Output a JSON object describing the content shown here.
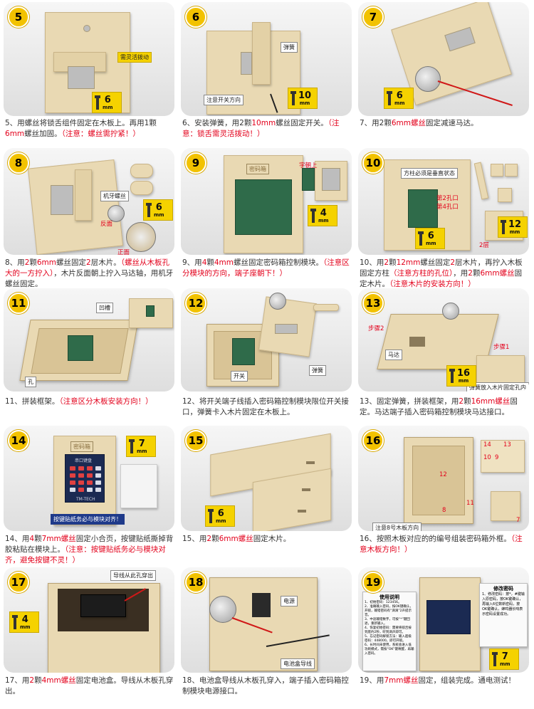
{
  "steps": [
    {
      "id": "5",
      "badge": "5",
      "caption_parts": [
        {
          "t": "5、用螺丝将锁舌组件固定在木板上。再用1颗",
          "c": "n"
        },
        {
          "t": "6",
          "c": "n"
        },
        {
          "t": "mm",
          "c": "n"
        },
        {
          "t": "螺丝加固。",
          "c": "n"
        },
        {
          "t": "（注意：螺丝需拧紧！）",
          "c": "r"
        }
      ],
      "labels": {
        "a": "需灵活拨动"
      },
      "screw": {
        "num": "6",
        "unit": "mm"
      }
    },
    {
      "id": "6",
      "badge": "6",
      "caption_parts": [
        {
          "t": "6、安装弹簧，用2颗",
          "c": "n"
        },
        {
          "t": "10mm",
          "c": "rs"
        },
        {
          "t": "螺丝固定开关。",
          "c": "n"
        },
        {
          "t": "（注意：锁舌需灵活拨动！）",
          "c": "r"
        }
      ],
      "labels": {
        "a": "弹簧",
        "b": "注意开关方向"
      },
      "screw": {
        "num": "10",
        "unit": "mm"
      }
    },
    {
      "id": "7",
      "badge": "7",
      "caption_parts": [
        {
          "t": "7、用2颗",
          "c": "n"
        },
        {
          "t": "6mm螺丝",
          "c": "rs"
        },
        {
          "t": "固定减速马达。",
          "c": "n"
        }
      ],
      "screw": {
        "num": "6",
        "unit": "mm"
      }
    },
    {
      "id": "8",
      "badge": "8",
      "caption_parts": [
        {
          "t": "8、用",
          "c": "n"
        },
        {
          "t": "2",
          "c": "rs"
        },
        {
          "t": "颗",
          "c": "n"
        },
        {
          "t": "6mm",
          "c": "rs"
        },
        {
          "t": "螺丝固定",
          "c": "n"
        },
        {
          "t": "2",
          "c": "rs"
        },
        {
          "t": "层木片。",
          "c": "n"
        },
        {
          "t": "（螺丝从木板孔大的一方拧入）",
          "c": "r"
        },
        {
          "t": "，木片反面朝上拧入马达轴，用机牙螺丝固定。",
          "c": "n"
        }
      ],
      "labels": {
        "a": "机牙螺丝",
        "b": "反面",
        "c": "正面"
      },
      "screw": {
        "num": "6",
        "unit": "mm"
      }
    },
    {
      "id": "9",
      "badge": "9",
      "caption_parts": [
        {
          "t": "9、用",
          "c": "n"
        },
        {
          "t": "4",
          "c": "rs"
        },
        {
          "t": "颗",
          "c": "n"
        },
        {
          "t": "4mm",
          "c": "rs"
        },
        {
          "t": "螺丝固定密码箱控制模块。",
          "c": "n"
        },
        {
          "t": "（注意区分模块的方向，端子座朝下！）",
          "c": "r"
        }
      ],
      "labels": {
        "a": "字朝上",
        "b": "密码箱"
      },
      "screw": {
        "num": "4",
        "unit": "mm"
      }
    },
    {
      "id": "10",
      "badge": "10",
      "caption_parts": [
        {
          "t": "10、用",
          "c": "n"
        },
        {
          "t": "2",
          "c": "rs"
        },
        {
          "t": "颗",
          "c": "n"
        },
        {
          "t": "12mm",
          "c": "rs"
        },
        {
          "t": "螺丝固定",
          "c": "n"
        },
        {
          "t": "2",
          "c": "rs"
        },
        {
          "t": "层木片，再拧入木板固定方柱",
          "c": "n"
        },
        {
          "t": "（注意方柱的孔位）",
          "c": "r"
        },
        {
          "t": "，用",
          "c": "n"
        },
        {
          "t": "2",
          "c": "rs"
        },
        {
          "t": "颗",
          "c": "n"
        },
        {
          "t": "6mm螺丝",
          "c": "rs"
        },
        {
          "t": "固定木片。",
          "c": "n"
        },
        {
          "t": "（注意木片的安装方向！）",
          "c": "r"
        }
      ],
      "labels": {
        "a": "方柱必须是垂直状态",
        "b": "第2孔口",
        "c": "第4孔口",
        "d": "2层"
      },
      "screw": {
        "num": "6",
        "unit": "mm"
      },
      "screw2": {
        "num": "12",
        "unit": "mm"
      }
    },
    {
      "id": "11",
      "badge": "11",
      "caption_parts": [
        {
          "t": "11、拼装框架。",
          "c": "n"
        },
        {
          "t": "（注意区分木板安装方向！）",
          "c": "r"
        }
      ],
      "labels": {
        "a": "凹槽",
        "b": "孔"
      }
    },
    {
      "id": "12",
      "badge": "12",
      "caption_parts": [
        {
          "t": "12、将开关端子线插入密码箱控制模块限位开关接口，弹簧卡入木片固定在木板上。",
          "c": "n"
        }
      ],
      "labels": {
        "a": "开关",
        "b": "弹簧"
      }
    },
    {
      "id": "13",
      "badge": "13",
      "caption_parts": [
        {
          "t": "13、固定弹簧，拼装框架，用",
          "c": "n"
        },
        {
          "t": "2",
          "c": "rs"
        },
        {
          "t": "颗",
          "c": "n"
        },
        {
          "t": "16mm螺丝",
          "c": "rs"
        },
        {
          "t": "固定。马达端子插入密码箱控制模块马达接口。",
          "c": "n"
        }
      ],
      "labels": {
        "a": "步骤2",
        "b": "马达",
        "c": "步骤1",
        "d": "弹簧放入木片固定孔内"
      },
      "screw": {
        "num": "16",
        "unit": "mm"
      }
    },
    {
      "id": "14",
      "badge": "14",
      "caption_parts": [
        {
          "t": "14、用",
          "c": "n"
        },
        {
          "t": "4",
          "c": "rs"
        },
        {
          "t": "颗",
          "c": "n"
        },
        {
          "t": "7mm螺丝",
          "c": "rs"
        },
        {
          "t": "固定小合页，按键贴纸撕掉背胶粘贴在模块上。",
          "c": "n"
        },
        {
          "t": "（注意：按键贴纸务必与模块对齐，避免按键不灵！）",
          "c": "r"
        }
      ],
      "labels": {
        "a": "按键贴纸务必与模块对齐！",
        "b": "密码箱",
        "c": "串口键盘",
        "d": "TM-TECH"
      },
      "screw": {
        "num": "7",
        "unit": "mm"
      }
    },
    {
      "id": "15",
      "badge": "15",
      "caption_parts": [
        {
          "t": "15、用",
          "c": "n"
        },
        {
          "t": "2",
          "c": "rs"
        },
        {
          "t": "颗",
          "c": "n"
        },
        {
          "t": "6mm螺丝",
          "c": "rs"
        },
        {
          "t": "固定木片。",
          "c": "n"
        }
      ],
      "screw": {
        "num": "6",
        "unit": "mm"
      }
    },
    {
      "id": "16",
      "badge": "16",
      "caption_parts": [
        {
          "t": "16、按照木板对应的的编号组装密码箱外框。",
          "c": "n"
        },
        {
          "t": "（注意木板方向！）",
          "c": "r"
        }
      ],
      "labels": {
        "a": "注意8号木板方向",
        "n12": "12",
        "n11": "11",
        "n8": "8",
        "n14": "14",
        "n13": "13",
        "n10": "10",
        "n9": "9",
        "n7": "7"
      }
    },
    {
      "id": "17",
      "badge": "17",
      "caption_parts": [
        {
          "t": "17、用",
          "c": "n"
        },
        {
          "t": "2",
          "c": "rs"
        },
        {
          "t": "颗",
          "c": "n"
        },
        {
          "t": "4mm螺丝",
          "c": "rs"
        },
        {
          "t": "固定电池盒。导线从木板孔穿出。",
          "c": "n"
        }
      ],
      "labels": {
        "a": "导线从此孔穿出"
      },
      "screw": {
        "num": "4",
        "unit": "mm"
      }
    },
    {
      "id": "18",
      "badge": "18",
      "caption_parts": [
        {
          "t": "18、电池盒导线从木板孔穿入，端子插入密码箱控制模块电源接口。",
          "c": "n"
        }
      ],
      "labels": {
        "a": "电源",
        "b": "电池盒导线"
      }
    },
    {
      "id": "19",
      "badge": "19",
      "caption_parts": [
        {
          "t": "19、用",
          "c": "n"
        },
        {
          "t": "7mm螺丝",
          "c": "rs"
        },
        {
          "t": "固定，组装完成。通电测试！",
          "c": "n"
        }
      ],
      "labels": {
        "a": "使用说明",
        "b": "修改密码"
      },
      "screw": {
        "num": "7",
        "unit": "mm"
      }
    }
  ],
  "manual": {
    "title": "使用说明",
    "lines": [
      "1、初始密码：123456。",
      "2、准确输入密码，按OK键确认，开锁，输错密码有“滴滴”2声提示音。",
      "3、中途输错数字，可按“*”键回退，重新输入。",
      "4、恢复初始密码：需要将锁舌按到底约2秒，听到滴声即可。",
      "5、忘记密码解锁方法：输入超级密码：448000，即可开锁。",
      "6、长时间未使用，系统会进入低功耗模式，需按“OK”键唤醒，再输入密码。"
    ]
  },
  "change_pwd": {
    "title": "修改密码",
    "text": "1、修改密码：按*，#键输入原密码，按OK键确认，再输入6位数新密码，按OK键确认，蜂鸣器长响表示密码设置成功。"
  }
}
